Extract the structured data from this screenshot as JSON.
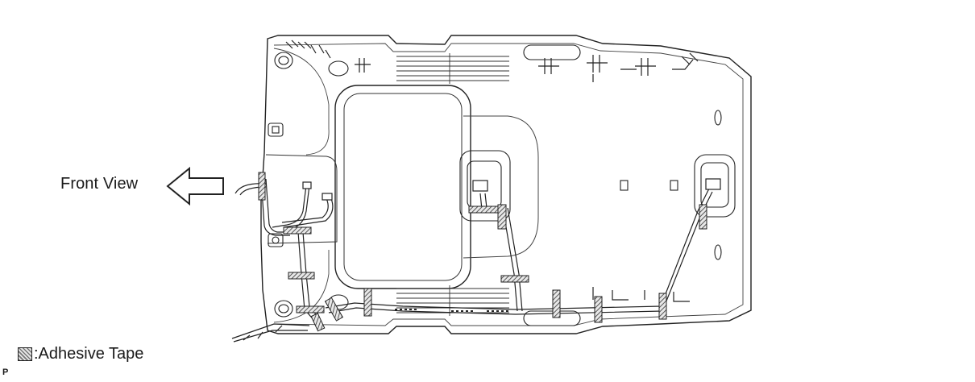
{
  "labels": {
    "front_view": "Front View",
    "legend": ":Adhesive Tape",
    "figure_code": "P"
  },
  "icons": [
    "front-direction-arrow",
    "adhesive-tape-swatch"
  ],
  "colors": {
    "line": "#1a1a1a",
    "tape_fill": "#8a8a8a",
    "background": "#ffffff"
  }
}
